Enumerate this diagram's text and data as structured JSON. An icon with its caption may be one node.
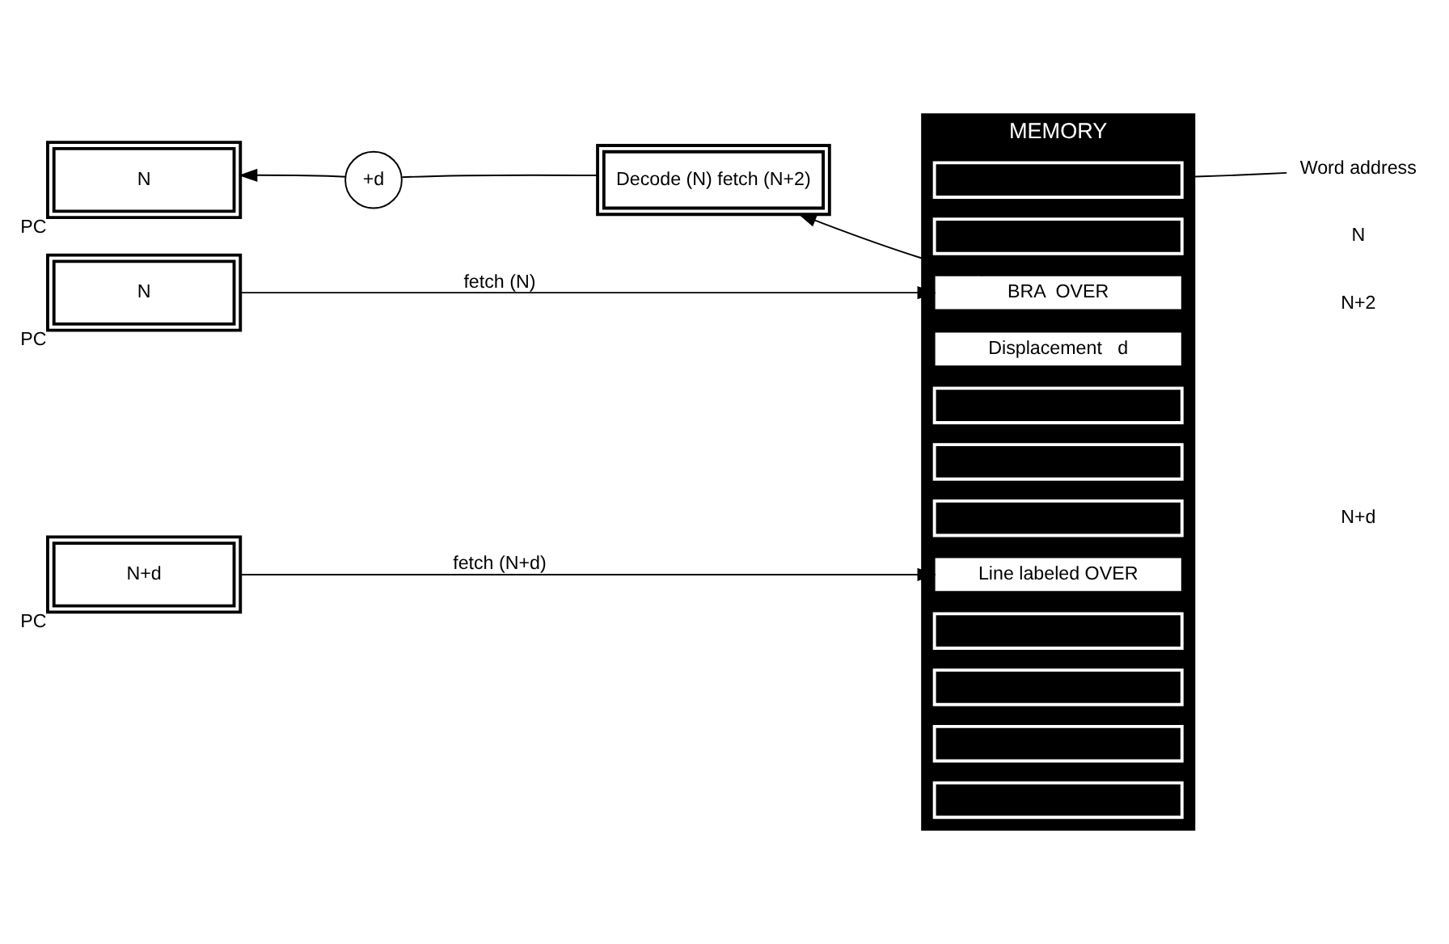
{
  "diagram": {
    "nodes": [
      {
        "text": [
          "MEMORY"
        ]
      },
      {
        "text": [],
        "shape": "box",
        "in": 0
      },
      {
        "text": [],
        "shape": "box",
        "in": 0
      },
      {
        "text": [
          "BRA  OVER"
        ],
        "in": 0
      },
      {
        "text": [
          "Displacement   d"
        ],
        "in": 0
      },
      {
        "text": [],
        "shape": "box",
        "in": 0
      },
      {
        "text": [],
        "shape": "box",
        "in": 0
      },
      {
        "text": [],
        "shape": "box",
        "in": 0
      },
      {
        "text": [
          "Line labeled OVER"
        ],
        "in": 0
      },
      {
        "text": [],
        "shape": "box",
        "in": 0
      },
      {
        "text": [],
        "shape": "box",
        "in": 0
      },
      {
        "text": [],
        "shape": "box",
        "in": 0
      },
      {
        "text": [],
        "shape": "box",
        "in": 0
      },
      {
        "text": [
          "N"
        ],
        "beside": [
          "PC"
        ]
      },
      {
        "text": [
          "Decode (N) fetch (N+2)"
        ]
      },
      {
        "text": [
          "N"
        ],
        "beside": [
          "PC"
        ]
      },
      {
        "text": [
          "+d"
        ]
      },
      {
        "text": [
          "N+d"
        ],
        "beside": [
          "PC"
        ]
      },
      {
        "text": [
          "Word address"
        ]
      }
    ],
    "edges": [
      {
        "from": 13,
        "to": 3,
        "arrow": "to",
        "label": "fetch (N)"
      },
      {
        "from": 3,
        "to": 14,
        "arrow": "to"
      },
      {
        "from": 14,
        "to": 16,
        "arrow": "none"
      },
      {
        "from": 16,
        "to": 15,
        "arrow": "to"
      },
      {
        "from": 17,
        "to": 8,
        "arrow": "to",
        "label": "fetch (N+d)"
      },
      {
        "from": 18,
        "to": 0,
        "arrow": "none"
      }
    ],
    "labels": [
      "N",
      "N+2",
      "N+d"
    ]
  }
}
